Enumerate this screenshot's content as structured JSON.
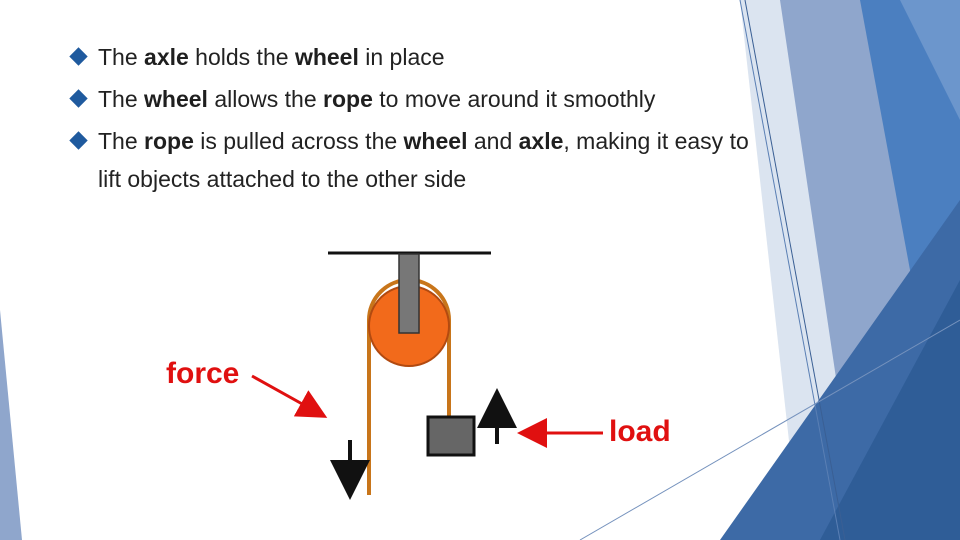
{
  "bullets": [
    [
      {
        "t": "The ",
        "b": false
      },
      {
        "t": "axle",
        "b": true
      },
      {
        "t": " holds the ",
        "b": false
      },
      {
        "t": "wheel",
        "b": true
      },
      {
        "t": " in place",
        "b": false
      }
    ],
    [
      {
        "t": "The ",
        "b": false
      },
      {
        "t": "wheel",
        "b": true
      },
      {
        "t": " allows the ",
        "b": false
      },
      {
        "t": "rope",
        "b": true
      },
      {
        "t": " to move around it smoothly",
        "b": false
      }
    ],
    [
      {
        "t": "The ",
        "b": false
      },
      {
        "t": "rope",
        "b": true
      },
      {
        "t": " is pulled across the ",
        "b": false
      },
      {
        "t": "wheel",
        "b": true
      },
      {
        "t": " and ",
        "b": false
      },
      {
        "t": "axle",
        "b": true
      },
      {
        "t": ", making it easy to lift objects attached to the other side",
        "b": false
      }
    ]
  ],
  "diagram": {
    "force_label": "force",
    "load_label": "load"
  },
  "colors": {
    "bullet_marker": "#1f5a9e",
    "wheel": "#f26a1b",
    "rope": "#c8751a",
    "axle": "#777777",
    "load_block": "#666666",
    "label_red": "#e01010",
    "accent_blue": "#3a6fae"
  }
}
